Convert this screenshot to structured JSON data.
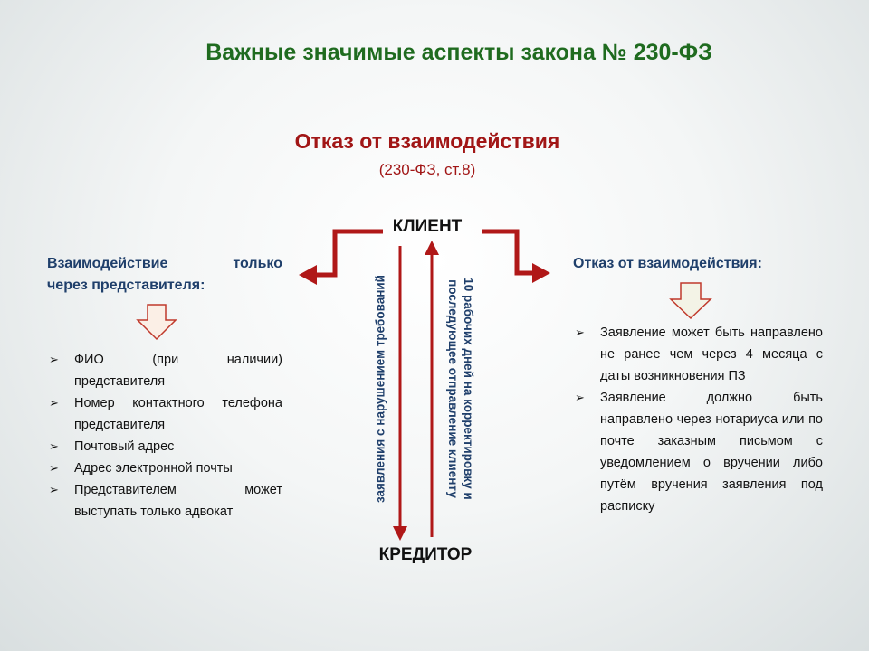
{
  "title": "Важные значимые аспекты закона № 230-ФЗ",
  "subtitle": "Отказ от взаимодействия",
  "subtitle_ref": "(230-ФЗ, ст.8)",
  "nodes": {
    "top": "КЛИЕНТ",
    "bottom": "КРЕДИТОР"
  },
  "arrows": {
    "down_label": "заявления с нарушением требований",
    "up_label_line1": "10 рабочих дней на корректировку и",
    "up_label_line2": "последующее отправление клиенту"
  },
  "left": {
    "heading_line1": "Взаимодействие только",
    "heading_line2": "через представителя:",
    "items": [
      "ФИО (при наличии) представителя",
      "Номер контактного телефона представителя",
      "Почтовый адрес",
      "Адрес электронной почты",
      "Представителем может выступать только адвокат"
    ]
  },
  "right": {
    "heading": "Отказ от взаимодействия:",
    "items": [
      "Заявление может быть направлено не ранее чем через 4 месяца с даты возникновения ПЗ",
      "Заявление должно быть направлено через нотариуса или по почте заказным письмом с уведомлением о вручении либо путём вручения заявления под расписку"
    ]
  },
  "colors": {
    "title": "#1f6b1f",
    "accent_red": "#a11616",
    "text_blue": "#1f3f6b",
    "down_arrow_fill": "#fbefe6"
  },
  "icons": {
    "bullet": "➢",
    "down_arrow": "hollow-down-arrow-icon"
  }
}
